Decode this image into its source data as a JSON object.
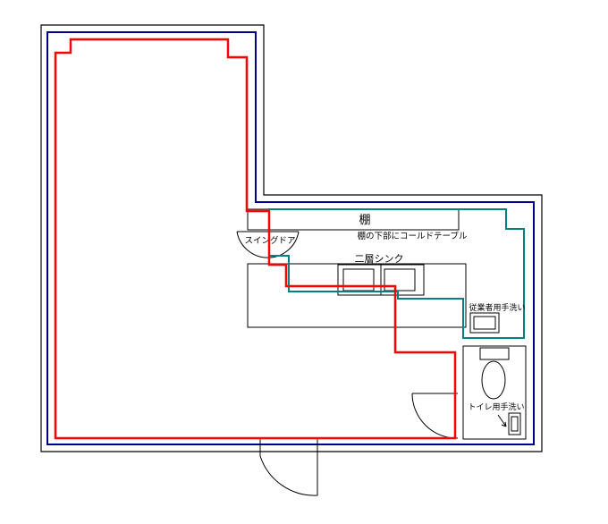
{
  "labels": {
    "shelf": "棚",
    "shelf_note": "棚の下部にコールドテーブル",
    "swing_door": "スイングドア",
    "double_sink": "二層シンク",
    "staff_handwash": "従業者用手洗い",
    "toilet_handwash": "トイレ用手洗い"
  },
  "colors": {
    "outer_wall": "#000000",
    "inner_wall": "#00008b",
    "kitchen_boundary": "#ff0000",
    "kitchen_area": "#008080",
    "fixture": "#000000"
  }
}
